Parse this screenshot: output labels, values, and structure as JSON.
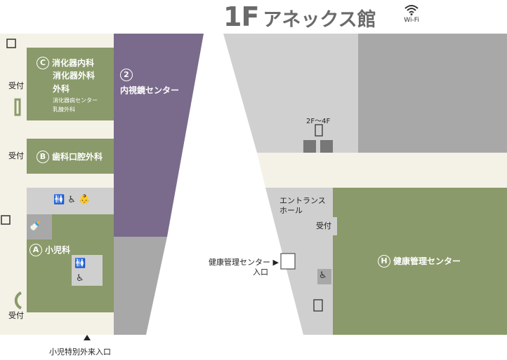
{
  "title": {
    "floor": "1F",
    "building": "アネックス館"
  },
  "wifi": {
    "label": "Wi-Fi",
    "icon": "wifi-icon"
  },
  "colors": {
    "green": "#8a9a6a",
    "purple": "#7a6b8c",
    "lightgray": "#cfcfcf",
    "gray": "#a8a8a8",
    "cream": "#f4f1e6",
    "white": "#ffffff"
  },
  "left_building": {
    "reception_labels": [
      "受付",
      "受付",
      "受付"
    ],
    "rooms": [
      {
        "id": "C",
        "lines": [
          "消化器内科",
          "消化器外科",
          "外科"
        ],
        "small_lines": [
          "消化器病センター",
          "乳腺外科"
        ]
      },
      {
        "id": "B",
        "lines": [
          "歯科口腔外科"
        ]
      },
      {
        "id": "A",
        "lines": [
          "小児科"
        ]
      }
    ],
    "restroom_icons": [
      "restroom-icon",
      "accessible-icon",
      "nursing-icon"
    ],
    "entrance_label": "小児特別外来入口"
  },
  "center": {
    "id": "2",
    "label": "内視鏡センター"
  },
  "right_building": {
    "elevator_label": "2F〜4F",
    "entrance_hall": [
      "エントランス",
      "ホール"
    ],
    "reception": "受付",
    "health_center": {
      "id": "H",
      "label": "健康管理センター"
    },
    "entrance_note": [
      "健康管理センター ▶",
      "入口"
    ]
  }
}
